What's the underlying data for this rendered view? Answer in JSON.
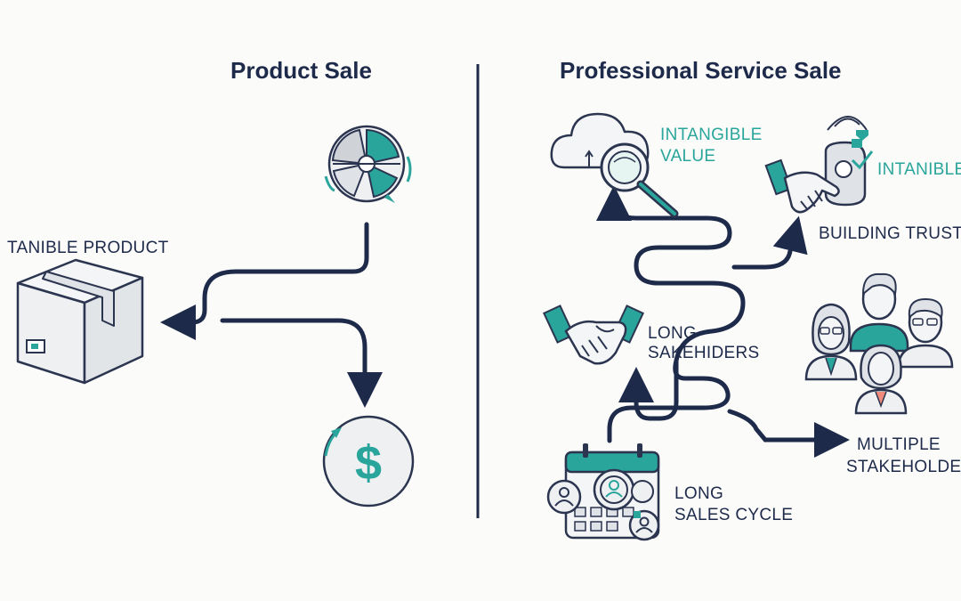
{
  "left": {
    "heading": "Product Sale",
    "product_label": "TANIBLE PRODUCT",
    "icons": [
      "pie-chart-icon",
      "box-icon",
      "dollar-coin-icon"
    ]
  },
  "right": {
    "heading": "Professional Service Sale",
    "value_label_1": "INTANGIBLE",
    "value_label_2": "VALUE",
    "trust_teal_label": "INTANIBLE",
    "trust_label": "BUILDING TRUST",
    "sake_label_1": "LONG",
    "sake_label_2": "SAKEHIDERS",
    "multi_label_1": "MULTIPLE",
    "multi_label_2": "STAKEHOLDERS",
    "cycle_label_1": "LONG",
    "cycle_label_2": "SALES CYCLE",
    "icons": [
      "cloud-search-icon",
      "handshake-badge-icon",
      "handshake-icon",
      "people-group-icon",
      "calendar-icon"
    ]
  },
  "colors": {
    "navy": "#1e2a4a",
    "teal": "#2aa59b",
    "icon_fill": "#eef0f2",
    "stroke": "#2c3550"
  }
}
